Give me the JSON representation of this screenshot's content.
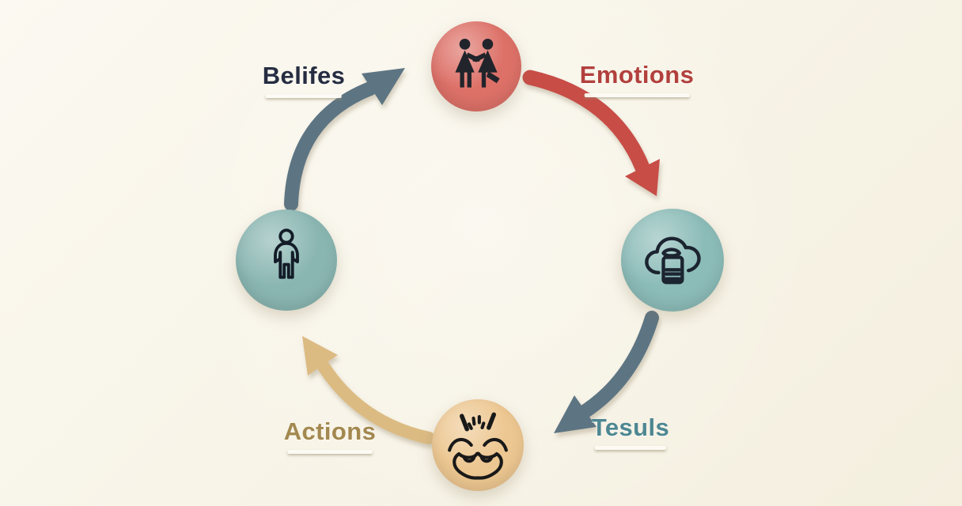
{
  "diagram": {
    "background_color": "#f7f3e6",
    "nodes": [
      {
        "id": "top-node",
        "position": "top",
        "icon": "handshake-people-icon",
        "color": "#dd7168"
      },
      {
        "id": "right-node",
        "position": "right",
        "icon": "cloud-document-icon",
        "color": "#8cbcb8"
      },
      {
        "id": "bottom-node",
        "position": "bottom",
        "icon": "angry-face-icon",
        "color": "#edc791"
      },
      {
        "id": "left-node",
        "position": "left",
        "icon": "standing-person-icon",
        "color": "#8ab6b2"
      }
    ],
    "arrows": [
      {
        "label": "Belifes",
        "label_color": "#262d41",
        "color": "#5d7583",
        "from": "left",
        "to": "top"
      },
      {
        "label": "Emotions",
        "label_color": "#b2403d",
        "color": "#c84e47",
        "from": "top",
        "to": "right"
      },
      {
        "label": "Tesuls",
        "label_color": "#4d8792",
        "color": "#5d7583",
        "from": "right",
        "to": "bottom"
      },
      {
        "label": "Actions",
        "label_color": "#a3884f",
        "color": "#dcbb83",
        "from": "bottom",
        "to": "left"
      }
    ]
  }
}
